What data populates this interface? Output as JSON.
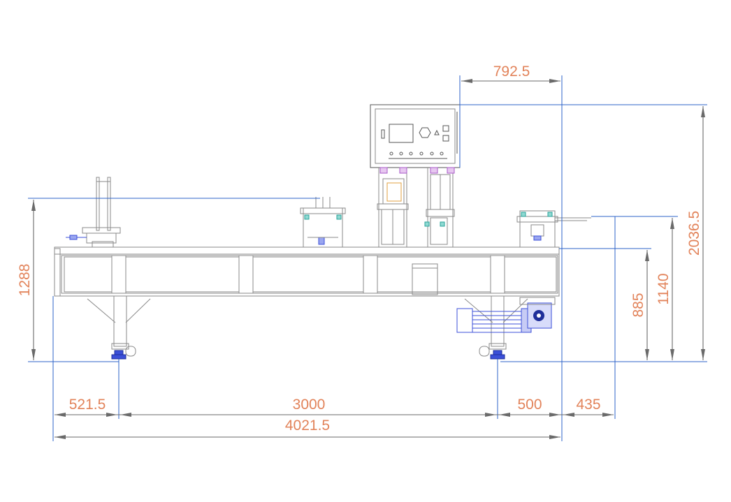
{
  "drawing": {
    "dimensions": {
      "top_offset": "792.5",
      "left_height": "1288",
      "right_h1": "885",
      "right_h2": "1140",
      "right_h3": "2036.5",
      "bottom_left": "521.5",
      "bottom_center": "3000",
      "bottom_right": "500",
      "bottom_extra": "435",
      "total_length": "4021.5"
    },
    "colors": {
      "dimension_text": "#e2835a",
      "dimension_line": "#2e63c8",
      "machine_line": "#8a8a8a",
      "motor_blue": "#3b4fd8"
    }
  }
}
